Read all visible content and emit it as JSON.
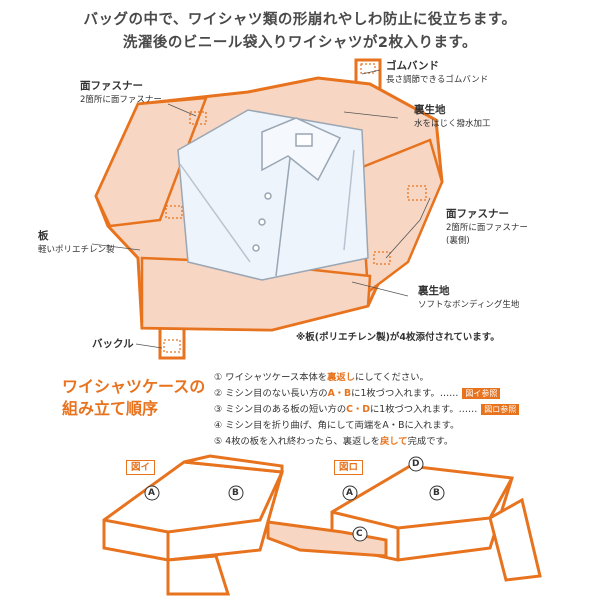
{
  "intro": {
    "line1": "バッグの中で、ワイシャツ類の形崩れやしわ防止に役立ちます。",
    "line2": "洗濯後のビニール袋入りワイシャツが2枚入ります。"
  },
  "callouts": {
    "gomu_title": "ゴムバンド",
    "gomu_sub": "長さ調節できるゴムバンド",
    "menfas_left_title": "面ファスナー",
    "menfas_left_sub": "2箇所に面ファスナー",
    "ura1_title": "裏生地",
    "ura1_sub": "水をはじく撥水加工",
    "ita_title": "板",
    "ita_sub": "軽いポリエチレン製",
    "menfas_right_title": "面ファスナー",
    "menfas_right_sub": "2箇所に面ファスナー",
    "menfas_right_note": "(裏側)",
    "ura2_title": "裏生地",
    "ura2_sub": "ソフトなボンディング生地",
    "buckle": "バックル",
    "board_note": "※板(ポリエチレン製)が4枚添付されています。"
  },
  "assembly": {
    "title_line1": "ワイシャツケースの",
    "title_line2": "組み立て順序",
    "steps": [
      {
        "a": "① ワイシャツケース本体を",
        "b": "裏返し",
        "c": "にしてください。",
        "ref": ""
      },
      {
        "a": "② ミシン目のない長い方の",
        "b": "A・B",
        "c": "に1枚づつ入れます。……",
        "ref": "図イ参照"
      },
      {
        "a": "③ ミシン目のある板の短い方の",
        "b": "C・D",
        "c": "に1枚づつ入れます。……",
        "ref": "図ロ参照"
      },
      {
        "a": "④ ミシン目を折り曲げ、角にして両端をA・Bに入れます。",
        "b": "",
        "c": "",
        "ref": ""
      },
      {
        "a": "⑤ 4枚の板を入れ終わったら、裏返しを",
        "b": "戻して",
        "c": "完成です。",
        "ref": ""
      }
    ]
  },
  "figures": {
    "fig_i": {
      "label": "図イ",
      "markers": [
        "A",
        "B"
      ]
    },
    "fig_ro": {
      "label": "図ロ",
      "markers": [
        "A",
        "B",
        "C",
        "D"
      ]
    }
  },
  "colors": {
    "accent": "#e8731e",
    "fill": "#f7d7c4",
    "shirt": "#eef4fb"
  }
}
